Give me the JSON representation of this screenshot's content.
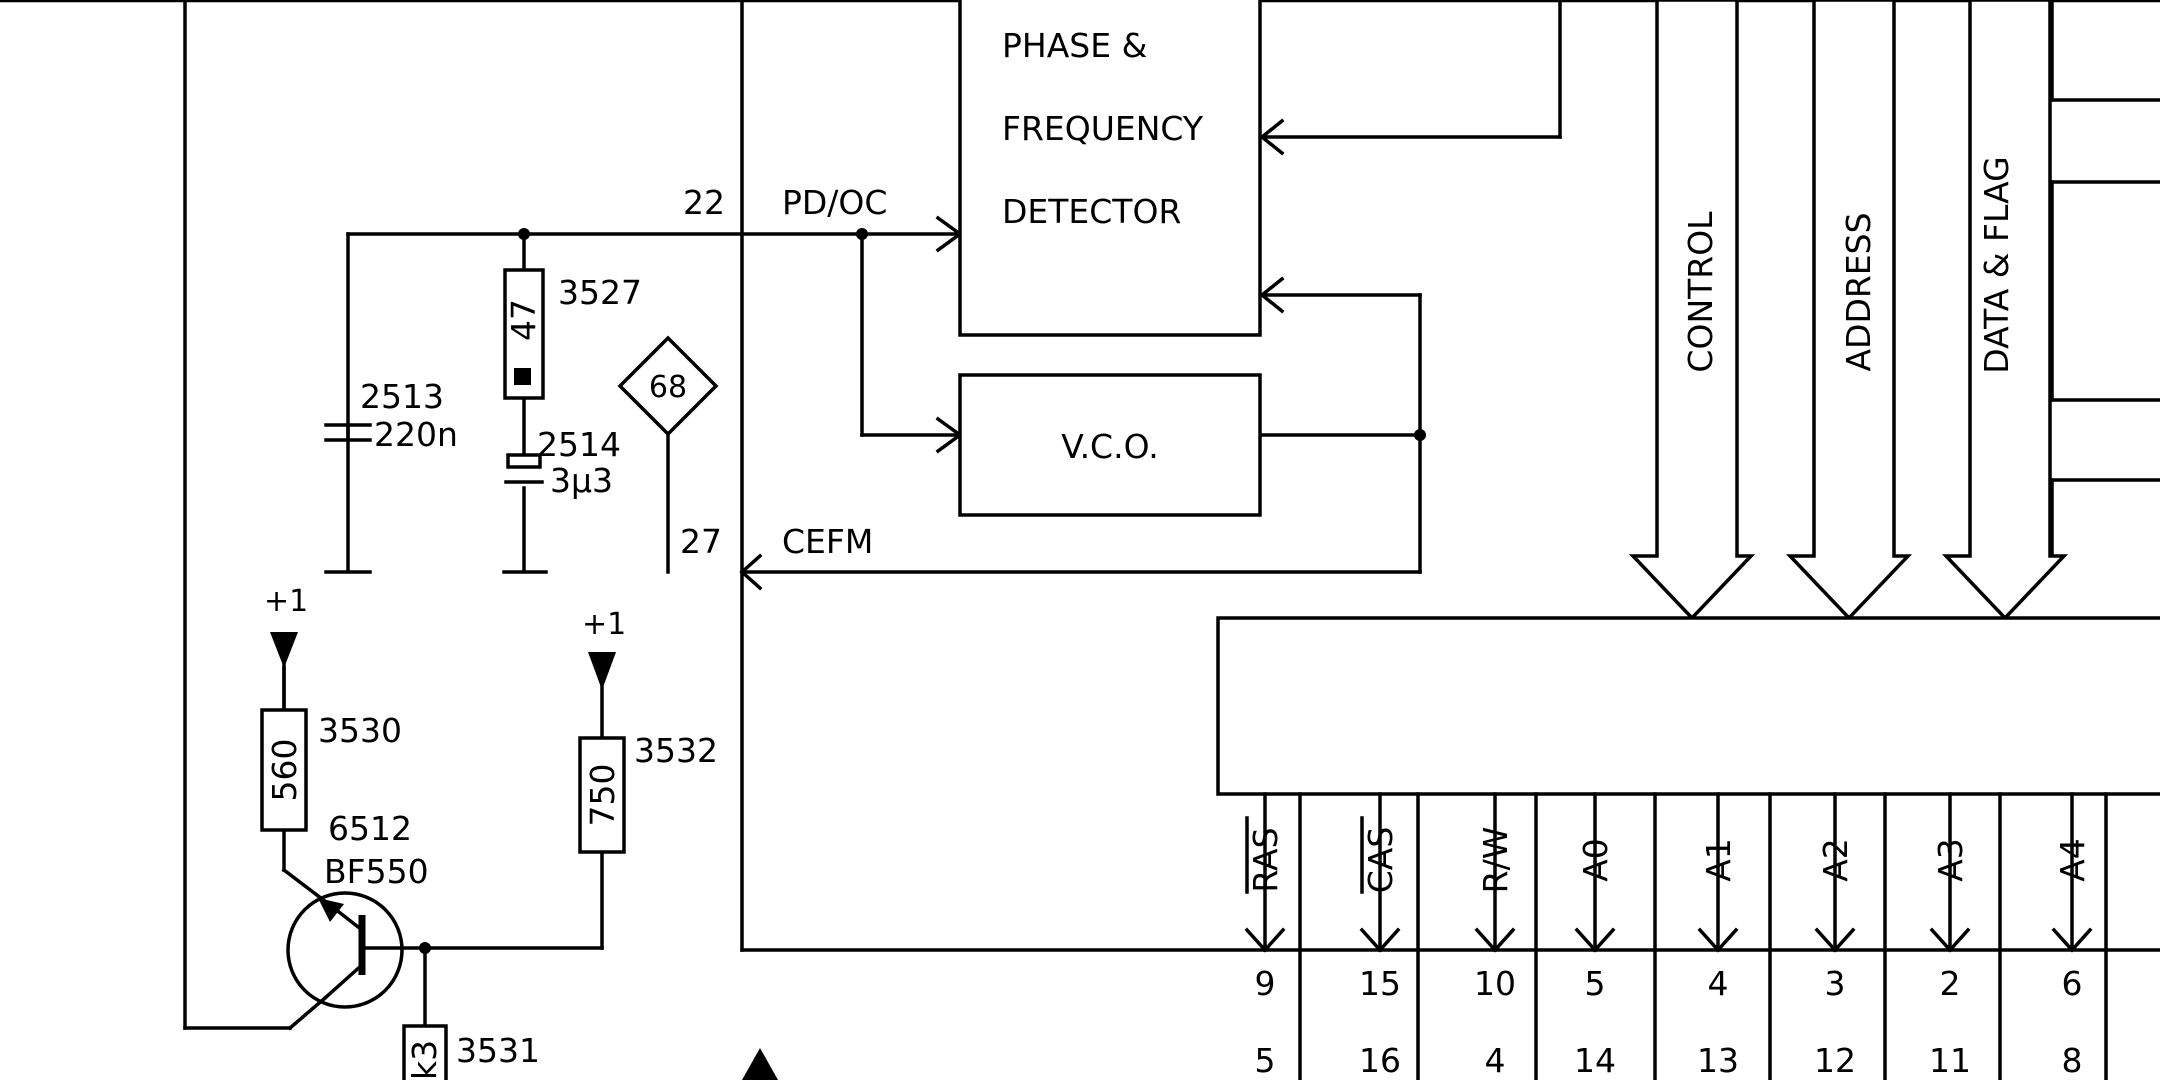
{
  "blocks": {
    "pfd": [
      "PHASE  &",
      "FREQUENCY",
      "DETECTOR"
    ],
    "vco": "V.C.O."
  },
  "buses": [
    "CONTROL",
    "ADDRESS",
    "DATA  &  FLAG"
  ],
  "nets": {
    "pin22": "22",
    "pdoc": "PD/OC",
    "pin27": "27",
    "cefm": "CEFM"
  },
  "components": {
    "r3527": {
      "ref": "3527",
      "value": "47"
    },
    "c2513": {
      "ref": "2513",
      "value": "220n"
    },
    "c2514": {
      "ref": "2514",
      "value": "3µ3"
    },
    "testpoint": "68",
    "r3530": {
      "ref": "3530",
      "value": "560"
    },
    "r3532": {
      "ref": "3532",
      "value": "750"
    },
    "q6512": {
      "ref": "6512",
      "type": "BF550"
    },
    "r3531": {
      "ref": "3531",
      "value": "k3"
    },
    "supply_left": "+1",
    "supply_right": "+1"
  },
  "ic_pins": [
    {
      "name": "RAS",
      "overbar": true,
      "pin_top": "9",
      "pin_bottom": "5"
    },
    {
      "name": "CAS",
      "overbar": true,
      "pin_top": "15",
      "pin_bottom": "16"
    },
    {
      "name": "R/W",
      "overbar": false,
      "pin_top": "10",
      "pin_bottom": "4"
    },
    {
      "name": "A0",
      "overbar": false,
      "pin_top": "5",
      "pin_bottom": "14"
    },
    {
      "name": "A1",
      "overbar": false,
      "pin_top": "4",
      "pin_bottom": "13"
    },
    {
      "name": "A2",
      "overbar": false,
      "pin_top": "3",
      "pin_bottom": "12"
    },
    {
      "name": "A3",
      "overbar": false,
      "pin_top": "2",
      "pin_bottom": "11"
    },
    {
      "name": "A4",
      "overbar": false,
      "pin_top": "6",
      "pin_bottom": "8"
    }
  ]
}
